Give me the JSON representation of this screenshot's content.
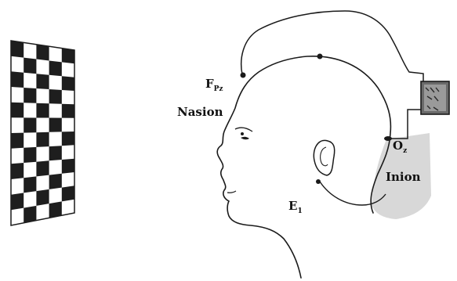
{
  "labels": {
    "fpz_main": "F",
    "fpz_sub": "Pz",
    "nasion": "Nasion",
    "oz_main": "O",
    "oz_sub": "z",
    "inion": "Inion",
    "e1_main": "E",
    "e1_sub": "1"
  },
  "colors": {
    "ink": "#1a1a1a",
    "shade": "#d8d8d8",
    "checker_dark": "#1e1e1e",
    "checker_light": "#ffffff"
  },
  "icons": [
    "checkerboard-stimulus",
    "amplifier-box"
  ]
}
